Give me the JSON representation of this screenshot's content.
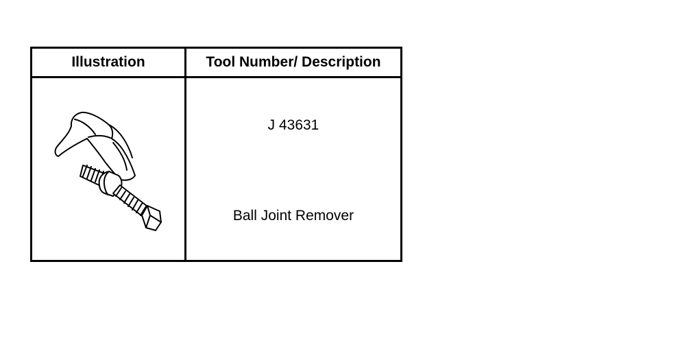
{
  "table": {
    "headers": {
      "illustration": "Illustration",
      "description": "Tool Number/ Description"
    },
    "rows": [
      {
        "illustration_icon": "ball-joint-remover-icon",
        "tool_number": "J 43631",
        "tool_name": "Ball Joint Remover"
      }
    ]
  },
  "colors": {
    "border": "#000000",
    "background": "#ffffff"
  }
}
